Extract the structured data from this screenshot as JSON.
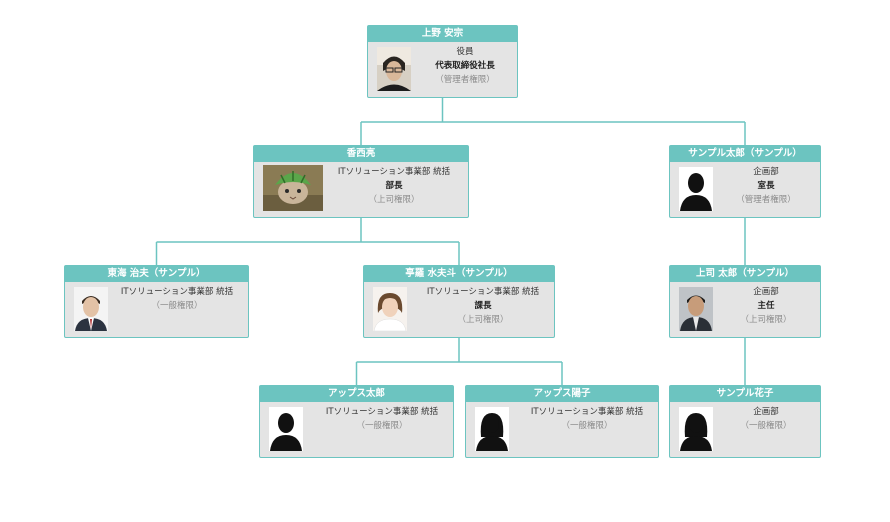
{
  "colors": {
    "accent": "#6cc4c0",
    "card_background": "#e4e4e4",
    "header_text": "#ffffff",
    "permission_text": "#8a8a8a"
  },
  "org": {
    "nodes": [
      {
        "id": "n1",
        "name": "上野 安宗",
        "dept": "役員",
        "title": "代表取締役社長",
        "permission": "（管理者権限）",
        "photo": "photo-man-glasses-icon"
      },
      {
        "id": "n2",
        "name": "香西亮",
        "dept": "ITソリューション事業部 統括",
        "title": "部長",
        "permission": "（上司権限）",
        "photo": "photo-cat-melon-icon"
      },
      {
        "id": "n3",
        "name": "サンプル太郎（サンプル）",
        "dept": "企画部",
        "title": "室長",
        "permission": "（管理者権限）",
        "photo": "silhouette-male-icon"
      },
      {
        "id": "n4",
        "name": "東海 治夫（サンプル）",
        "dept": "ITソリューション事業部 統括",
        "title": "",
        "permission": "（一般権限）",
        "photo": "photo-man-suit-icon"
      },
      {
        "id": "n5",
        "name": "亭羅 水夫斗（サンプル）",
        "dept": "ITソリューション事業部 統括",
        "title": "課長",
        "permission": "（上司権限）",
        "photo": "photo-woman-icon"
      },
      {
        "id": "n6",
        "name": "上司 太郎（サンプル）",
        "dept": "企画部",
        "title": "主任",
        "permission": "（上司権限）",
        "photo": "photo-man-serious-icon"
      },
      {
        "id": "n7",
        "name": "アップス太郎",
        "dept": "ITソリューション事業部 統括",
        "title": "",
        "permission": "（一般権限）",
        "photo": "silhouette-male-icon"
      },
      {
        "id": "n8",
        "name": "アップス陽子",
        "dept": "ITソリューション事業部 統括",
        "title": "",
        "permission": "（一般権限）",
        "photo": "silhouette-female-icon"
      },
      {
        "id": "n9",
        "name": "サンプル花子",
        "dept": "企画部",
        "title": "",
        "permission": "（一般権限）",
        "photo": "silhouette-female-icon"
      }
    ],
    "edges": [
      {
        "from": "n1",
        "to": "n2"
      },
      {
        "from": "n1",
        "to": "n3"
      },
      {
        "from": "n2",
        "to": "n4"
      },
      {
        "from": "n2",
        "to": "n5"
      },
      {
        "from": "n3",
        "to": "n6"
      },
      {
        "from": "n5",
        "to": "n7"
      },
      {
        "from": "n5",
        "to": "n8"
      },
      {
        "from": "n6",
        "to": "n9"
      }
    ]
  }
}
